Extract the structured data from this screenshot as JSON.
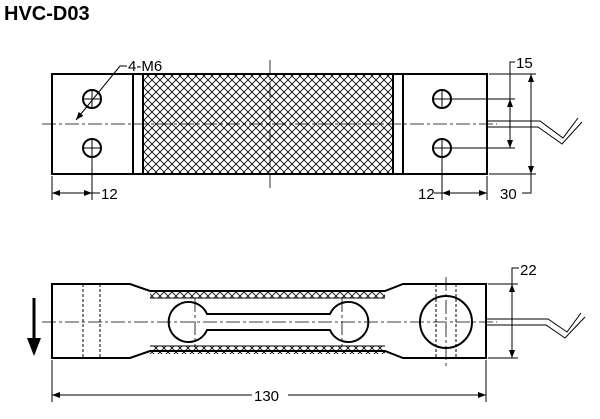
{
  "title": "HVC-D03",
  "dimensions": {
    "hole_spec": "4-M6",
    "left_hole_offset": "12",
    "right_hole_offset": "12",
    "hole_spacing": "15",
    "width": "30",
    "height": "22",
    "length": "130"
  },
  "colors": {
    "line": "#000000",
    "background": "#ffffff"
  }
}
